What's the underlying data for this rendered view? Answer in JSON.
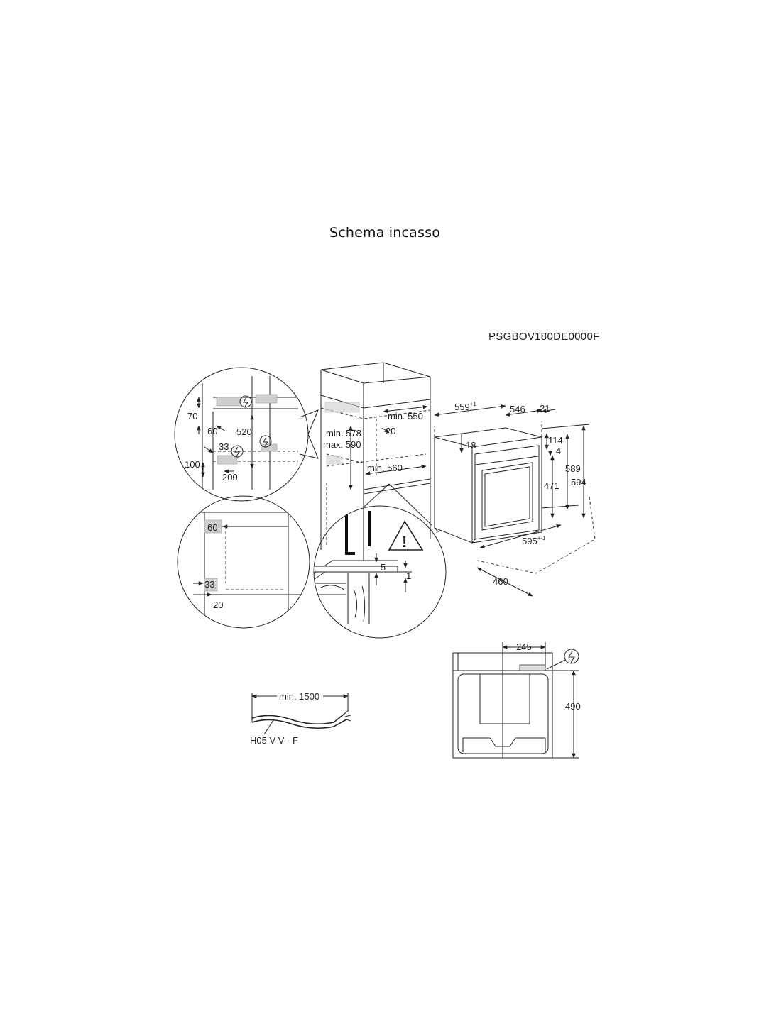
{
  "title": "Schema incasso",
  "model_code": "PSGBOV180DE0000F",
  "detail_top_left": {
    "labels": [
      "70",
      "60",
      "520",
      "33",
      "100",
      "200"
    ],
    "icon": "electric-connection-icon"
  },
  "cabinet": {
    "labels": [
      "min. 550",
      "min. 578",
      "max. 590",
      "20",
      "min. 560"
    ]
  },
  "detail_bottom_left": {
    "labels": [
      "60",
      "33",
      "20"
    ]
  },
  "detail_bottom_center": {
    "labels": [
      "5",
      "1"
    ],
    "icon": "warning-triangle-icon",
    "warning_symbol": "!"
  },
  "oven": {
    "labels": {
      "depth_total": "559",
      "depth_total_tol": "+1",
      "depth_body": "546",
      "front": "21",
      "top_gap": "18",
      "h114": "114",
      "h4": "4",
      "h471": "471",
      "h589": "589",
      "h594": "594",
      "width": "595",
      "width_tol": "+-1",
      "d460": "460"
    }
  },
  "cable": {
    "length": "min. 1500",
    "type": "H05 V V - F"
  },
  "rear_view": {
    "w245": "245",
    "h490": "490",
    "icon": "electric-connection-icon"
  }
}
